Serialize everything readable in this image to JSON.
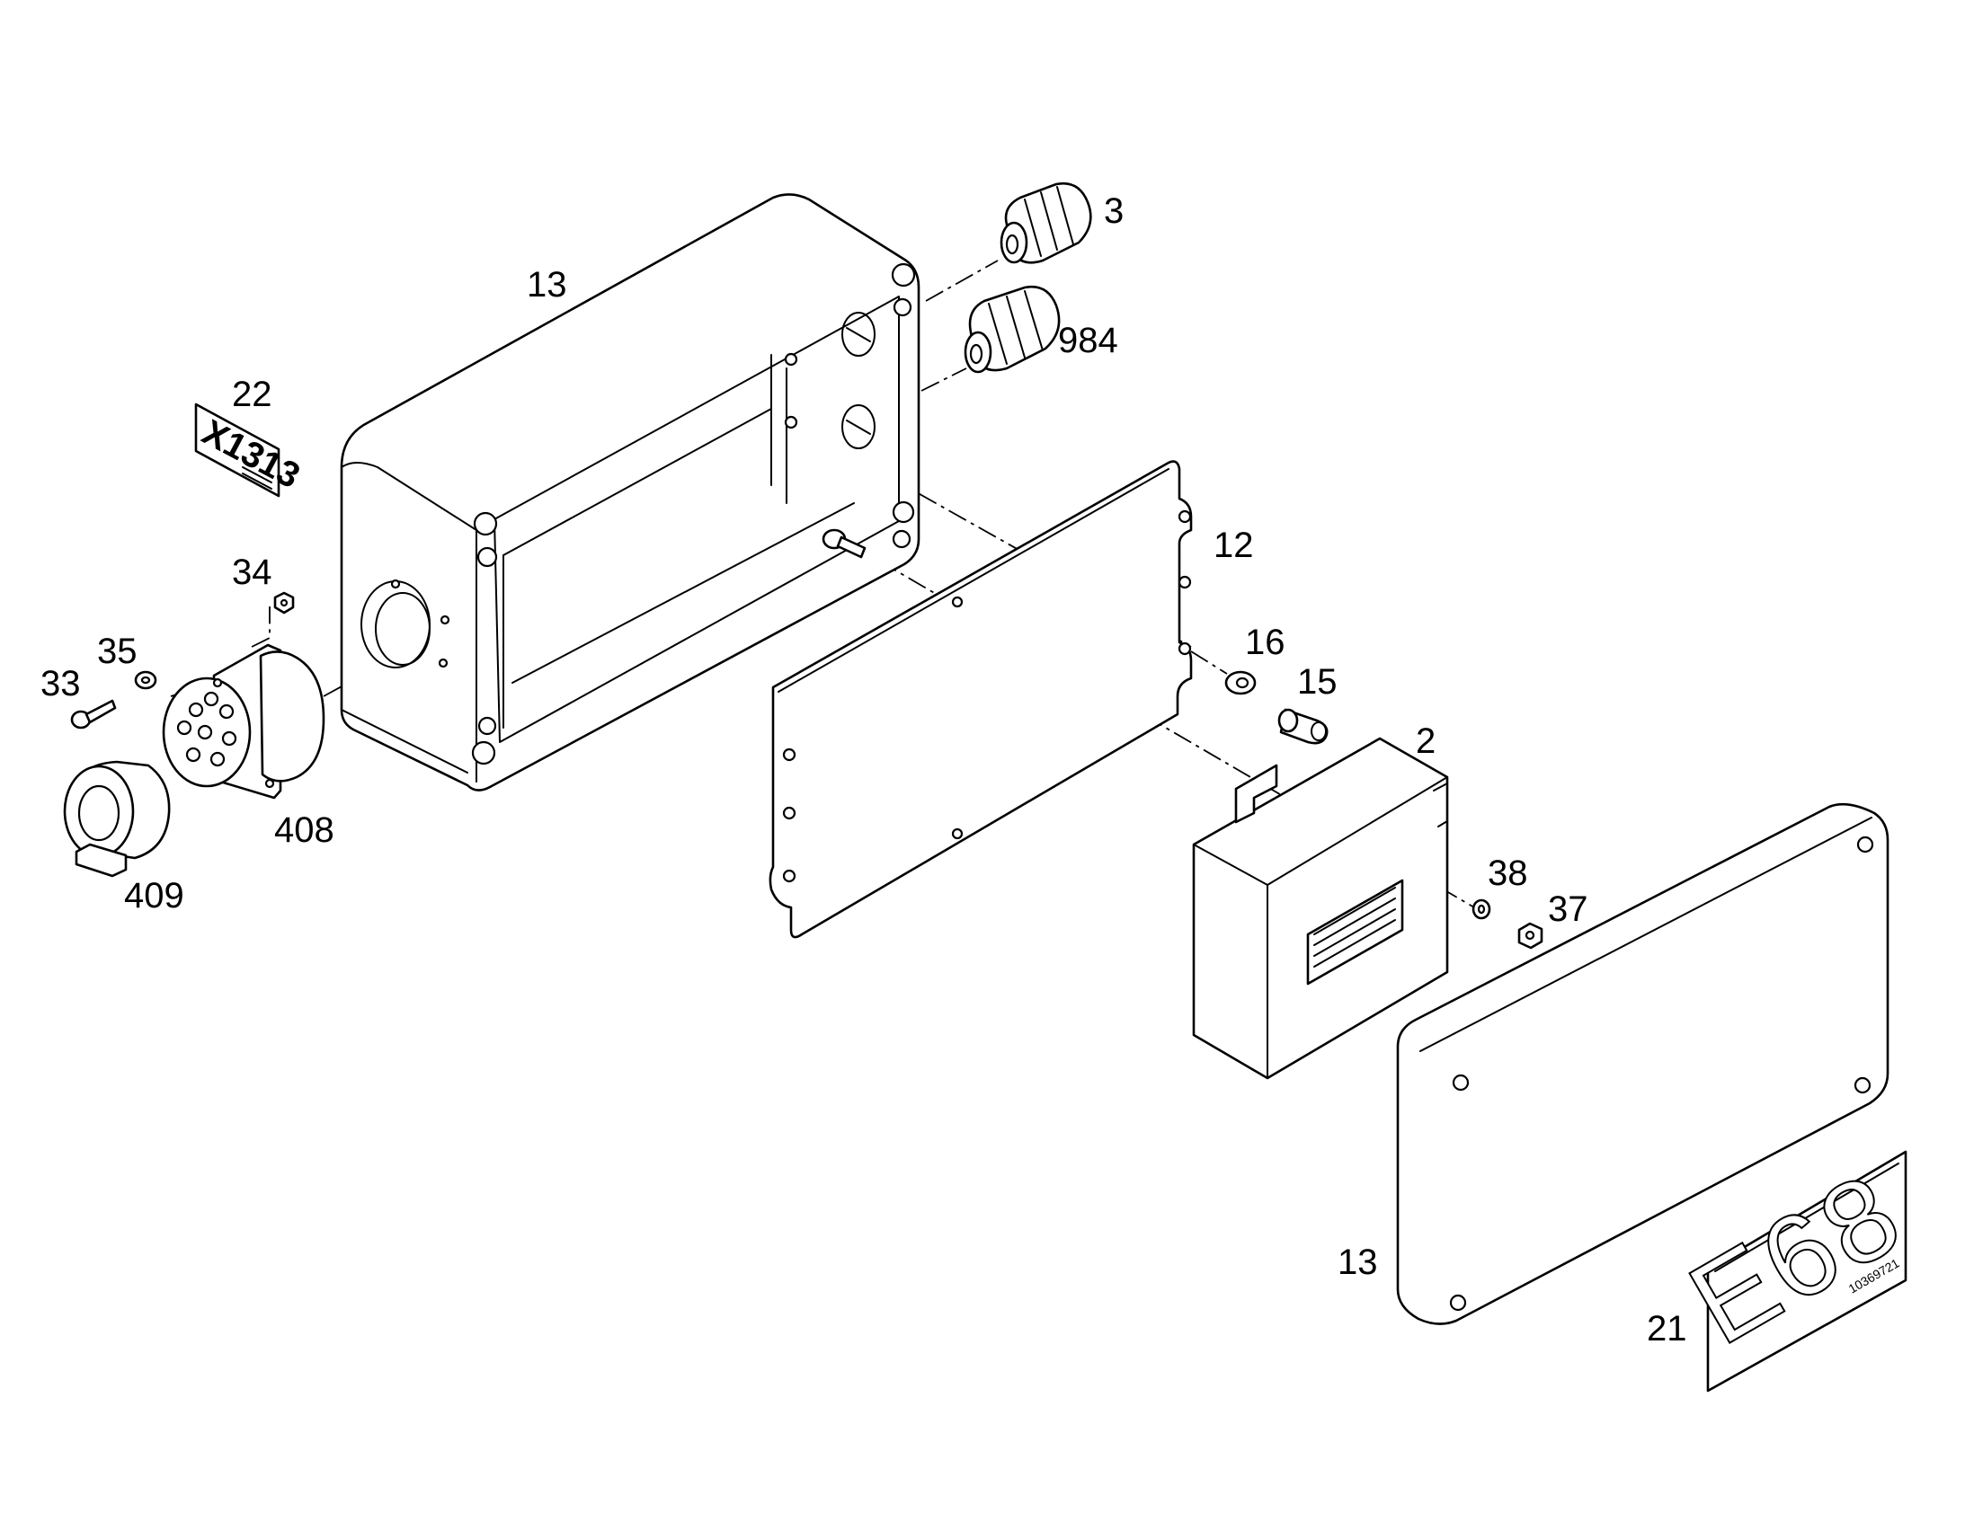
{
  "callouts": [
    {
      "id": "c-3",
      "text": "3"
    },
    {
      "id": "c-984",
      "text": "984"
    },
    {
      "id": "c-13a",
      "text": "13"
    },
    {
      "id": "c-22",
      "text": "22"
    },
    {
      "id": "c-34",
      "text": "34"
    },
    {
      "id": "c-35",
      "text": "35"
    },
    {
      "id": "c-33",
      "text": "33"
    },
    {
      "id": "c-408",
      "text": "408"
    },
    {
      "id": "c-409",
      "text": "409"
    },
    {
      "id": "c-12",
      "text": "12"
    },
    {
      "id": "c-16",
      "text": "16"
    },
    {
      "id": "c-15",
      "text": "15"
    },
    {
      "id": "c-2",
      "text": "2"
    },
    {
      "id": "c-38",
      "text": "38"
    },
    {
      "id": "c-37",
      "text": "37"
    },
    {
      "id": "c-13b",
      "text": "13"
    },
    {
      "id": "c-21",
      "text": "21"
    }
  ],
  "plates": {
    "label_22_text": "X1313",
    "label_21_text": "E68",
    "label_21_small": "10369721"
  }
}
